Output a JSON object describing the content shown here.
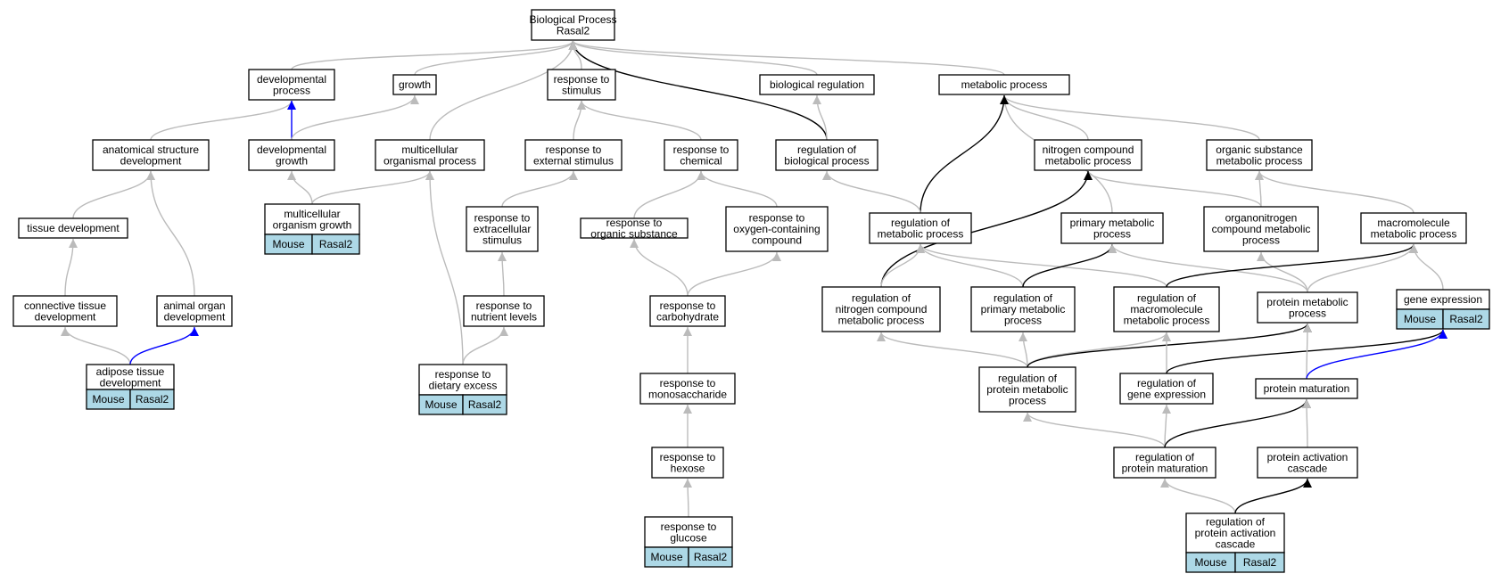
{
  "graph": {
    "nodes": [
      {
        "id": "root",
        "lines": [
          "Biological Process",
          "Rasal2"
        ]
      },
      {
        "id": "dev_proc",
        "lines": [
          "developmental",
          "process"
        ]
      },
      {
        "id": "growth",
        "lines": [
          "growth"
        ]
      },
      {
        "id": "resp_stim",
        "lines": [
          "response to",
          "stimulus"
        ]
      },
      {
        "id": "bio_reg",
        "lines": [
          "biological regulation"
        ]
      },
      {
        "id": "met_proc",
        "lines": [
          "metabolic process"
        ]
      },
      {
        "id": "anat_dev",
        "lines": [
          "anatomical structure",
          "development"
        ]
      },
      {
        "id": "dev_growth",
        "lines": [
          "developmental",
          "growth"
        ]
      },
      {
        "id": "multi_org",
        "lines": [
          "multicellular",
          "organismal process"
        ]
      },
      {
        "id": "resp_ext",
        "lines": [
          "response to",
          "external stimulus"
        ]
      },
      {
        "id": "resp_chem",
        "lines": [
          "response to",
          "chemical"
        ]
      },
      {
        "id": "reg_bio",
        "lines": [
          "regulation of",
          "biological process"
        ]
      },
      {
        "id": "nitro_met",
        "lines": [
          "nitrogen compound",
          "metabolic process"
        ]
      },
      {
        "id": "org_sub_met",
        "lines": [
          "organic substance",
          "metabolic process"
        ]
      },
      {
        "id": "tissue_dev",
        "lines": [
          "tissue development"
        ]
      },
      {
        "id": "multi_growth",
        "lines": [
          "multicellular",
          "organism growth"
        ],
        "tags": [
          "Mouse",
          "Rasal2"
        ]
      },
      {
        "id": "resp_extra",
        "lines": [
          "response to",
          "extracellular",
          "stimulus"
        ]
      },
      {
        "id": "resp_org_sub",
        "lines": [
          "response to",
          "organic substance"
        ]
      },
      {
        "id": "resp_oxy",
        "lines": [
          "response to",
          "oxygen-containing",
          "compound"
        ]
      },
      {
        "id": "reg_met",
        "lines": [
          "regulation of",
          "metabolic process"
        ]
      },
      {
        "id": "prim_met",
        "lines": [
          "primary metabolic",
          "process"
        ]
      },
      {
        "id": "organonitro",
        "lines": [
          "organonitrogen",
          "compound metabolic",
          "process"
        ]
      },
      {
        "id": "macro_met",
        "lines": [
          "macromolecule",
          "metabolic process"
        ]
      },
      {
        "id": "conn_tissue",
        "lines": [
          "connective tissue",
          "development"
        ]
      },
      {
        "id": "animal_organ",
        "lines": [
          "animal organ",
          "development"
        ]
      },
      {
        "id": "resp_nutrient",
        "lines": [
          "response to",
          "nutrient levels"
        ]
      },
      {
        "id": "resp_carb",
        "lines": [
          "response to",
          "carbohydrate"
        ]
      },
      {
        "id": "reg_nitro",
        "lines": [
          "regulation of",
          "nitrogen compound",
          "metabolic process"
        ]
      },
      {
        "id": "reg_prim",
        "lines": [
          "regulation of",
          "primary metabolic",
          "process"
        ]
      },
      {
        "id": "reg_macro",
        "lines": [
          "regulation of",
          "macromolecule",
          "metabolic process"
        ]
      },
      {
        "id": "prot_met",
        "lines": [
          "protein metabolic",
          "process"
        ]
      },
      {
        "id": "gene_expr",
        "lines": [
          "gene expression"
        ],
        "tags": [
          "Mouse",
          "Rasal2"
        ]
      },
      {
        "id": "adipose",
        "lines": [
          "adipose tissue",
          "development"
        ],
        "tags": [
          "Mouse",
          "Rasal2"
        ]
      },
      {
        "id": "resp_dietary",
        "lines": [
          "response to",
          "dietary excess"
        ],
        "tags": [
          "Mouse",
          "Rasal2"
        ]
      },
      {
        "id": "resp_mono",
        "lines": [
          "response to",
          "monosaccharide"
        ]
      },
      {
        "id": "reg_prot_met",
        "lines": [
          "regulation of",
          "protein metabolic",
          "process"
        ]
      },
      {
        "id": "reg_gene",
        "lines": [
          "regulation of",
          "gene expression"
        ]
      },
      {
        "id": "prot_mat",
        "lines": [
          "protein maturation"
        ]
      },
      {
        "id": "resp_hexose",
        "lines": [
          "response to",
          "hexose"
        ]
      },
      {
        "id": "reg_prot_mat",
        "lines": [
          "regulation of",
          "protein maturation"
        ]
      },
      {
        "id": "prot_act",
        "lines": [
          "protein activation",
          "cascade"
        ]
      },
      {
        "id": "resp_glucose",
        "lines": [
          "response to",
          "glucose"
        ],
        "tags": [
          "Mouse",
          "Rasal2"
        ]
      },
      {
        "id": "reg_prot_act",
        "lines": [
          "regulation of",
          "protein activation",
          "cascade"
        ],
        "tags": [
          "Mouse",
          "Rasal2"
        ]
      }
    ],
    "edges": [
      {
        "from": "dev_proc",
        "to": "root",
        "kind": "is_a"
      },
      {
        "from": "growth",
        "to": "root",
        "kind": "is_a"
      },
      {
        "from": "multi_org",
        "to": "root",
        "kind": "is_a"
      },
      {
        "from": "resp_stim",
        "to": "root",
        "kind": "is_a"
      },
      {
        "from": "reg_bio",
        "to": "root",
        "kind": "regulates"
      },
      {
        "from": "bio_reg",
        "to": "root",
        "kind": "is_a"
      },
      {
        "from": "met_proc",
        "to": "root",
        "kind": "is_a"
      },
      {
        "from": "anat_dev",
        "to": "dev_proc",
        "kind": "is_a"
      },
      {
        "from": "dev_growth",
        "to": "dev_proc",
        "kind": "part_of"
      },
      {
        "from": "dev_growth",
        "to": "growth",
        "kind": "is_a"
      },
      {
        "from": "resp_ext",
        "to": "resp_stim",
        "kind": "is_a"
      },
      {
        "from": "resp_chem",
        "to": "resp_stim",
        "kind": "is_a"
      },
      {
        "from": "reg_bio",
        "to": "bio_reg",
        "kind": "is_a"
      },
      {
        "from": "nitro_met",
        "to": "met_proc",
        "kind": "is_a"
      },
      {
        "from": "org_sub_met",
        "to": "met_proc",
        "kind": "is_a"
      },
      {
        "from": "prim_met",
        "to": "met_proc",
        "kind": "is_a"
      },
      {
        "from": "reg_met",
        "to": "met_proc",
        "kind": "regulates"
      },
      {
        "from": "tissue_dev",
        "to": "anat_dev",
        "kind": "is_a"
      },
      {
        "from": "animal_organ",
        "to": "anat_dev",
        "kind": "is_a"
      },
      {
        "from": "multi_growth",
        "to": "dev_growth",
        "kind": "is_a"
      },
      {
        "from": "multi_growth",
        "to": "multi_org",
        "kind": "is_a"
      },
      {
        "from": "resp_dietary",
        "to": "multi_org",
        "kind": "is_a"
      },
      {
        "from": "resp_extra",
        "to": "resp_ext",
        "kind": "is_a"
      },
      {
        "from": "resp_org_sub",
        "to": "resp_chem",
        "kind": "is_a"
      },
      {
        "from": "resp_oxy",
        "to": "resp_chem",
        "kind": "is_a"
      },
      {
        "from": "reg_met",
        "to": "reg_bio",
        "kind": "is_a"
      },
      {
        "from": "organonitro",
        "to": "nitro_met",
        "kind": "is_a"
      },
      {
        "from": "reg_nitro",
        "to": "nitro_met",
        "kind": "regulates"
      },
      {
        "from": "organonitro",
        "to": "org_sub_met",
        "kind": "is_a"
      },
      {
        "from": "macro_met",
        "to": "org_sub_met",
        "kind": "is_a"
      },
      {
        "from": "conn_tissue",
        "to": "tissue_dev",
        "kind": "is_a"
      },
      {
        "from": "resp_nutrient",
        "to": "resp_extra",
        "kind": "is_a"
      },
      {
        "from": "resp_carb",
        "to": "resp_org_sub",
        "kind": "is_a"
      },
      {
        "from": "resp_carb",
        "to": "resp_oxy",
        "kind": "is_a"
      },
      {
        "from": "reg_nitro",
        "to": "reg_met",
        "kind": "is_a"
      },
      {
        "from": "reg_prim",
        "to": "reg_met",
        "kind": "is_a"
      },
      {
        "from": "reg_macro",
        "to": "reg_met",
        "kind": "is_a"
      },
      {
        "from": "reg_prim",
        "to": "prim_met",
        "kind": "regulates"
      },
      {
        "from": "prot_met",
        "to": "prim_met",
        "kind": "is_a"
      },
      {
        "from": "prot_met",
        "to": "organonitro",
        "kind": "is_a"
      },
      {
        "from": "reg_macro",
        "to": "macro_met",
        "kind": "regulates"
      },
      {
        "from": "prot_met",
        "to": "macro_met",
        "kind": "is_a"
      },
      {
        "from": "gene_expr",
        "to": "macro_met",
        "kind": "is_a"
      },
      {
        "from": "adipose",
        "to": "conn_tissue",
        "kind": "is_a"
      },
      {
        "from": "adipose",
        "to": "animal_organ",
        "kind": "part_of"
      },
      {
        "from": "resp_dietary",
        "to": "resp_nutrient",
        "kind": "is_a"
      },
      {
        "from": "resp_mono",
        "to": "resp_carb",
        "kind": "is_a"
      },
      {
        "from": "reg_prot_met",
        "to": "reg_nitro",
        "kind": "is_a"
      },
      {
        "from": "reg_prot_met",
        "to": "reg_prim",
        "kind": "is_a"
      },
      {
        "from": "reg_prot_met",
        "to": "reg_macro",
        "kind": "is_a"
      },
      {
        "from": "reg_prot_met",
        "to": "prot_met",
        "kind": "regulates"
      },
      {
        "from": "reg_gene",
        "to": "reg_macro",
        "kind": "is_a"
      },
      {
        "from": "reg_gene",
        "to": "gene_expr",
        "kind": "regulates"
      },
      {
        "from": "prot_mat",
        "to": "prot_met",
        "kind": "is_a"
      },
      {
        "from": "prot_mat",
        "to": "gene_expr",
        "kind": "part_of"
      },
      {
        "from": "resp_hexose",
        "to": "resp_mono",
        "kind": "is_a"
      },
      {
        "from": "reg_prot_mat",
        "to": "reg_prot_met",
        "kind": "is_a"
      },
      {
        "from": "reg_prot_mat",
        "to": "reg_gene",
        "kind": "is_a"
      },
      {
        "from": "reg_prot_mat",
        "to": "prot_mat",
        "kind": "regulates"
      },
      {
        "from": "prot_act",
        "to": "prot_mat",
        "kind": "is_a"
      },
      {
        "from": "resp_glucose",
        "to": "resp_hexose",
        "kind": "is_a"
      },
      {
        "from": "reg_prot_act",
        "to": "reg_prot_mat",
        "kind": "is_a"
      },
      {
        "from": "reg_prot_act",
        "to": "prot_act",
        "kind": "regulates"
      }
    ]
  },
  "colors": {
    "is_a": "#bbbbbb",
    "regulates": "#000000",
    "part_of": "#0000ff",
    "tag_fill": "#add8e6",
    "background": "#ffffff"
  }
}
